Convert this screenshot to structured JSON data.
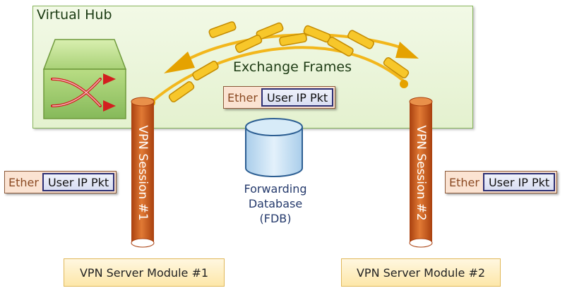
{
  "hub": {
    "title": "Virtual Hub"
  },
  "exchange_label": "Exchange Frames",
  "packet": {
    "ether": "Ether",
    "payload": "User IP Pkt"
  },
  "fdb": {
    "line1": "Forwarding",
    "line2": "Database",
    "line3": "(FDB)"
  },
  "sessions": [
    {
      "label": "VPN Session #1"
    },
    {
      "label": "VPN Session #2"
    }
  ],
  "modules": [
    {
      "label": "VPN Server Module #1"
    },
    {
      "label": "VPN Server Module #2"
    }
  ],
  "colors": {
    "hub_fill": "#e6f2d2",
    "hub_border": "#86b35a",
    "frame_arrow": "#f2b71c",
    "session_pipe": "#c8561b",
    "module_fill": "#fde9b2",
    "fdb_fill": "#c9e2f5"
  }
}
